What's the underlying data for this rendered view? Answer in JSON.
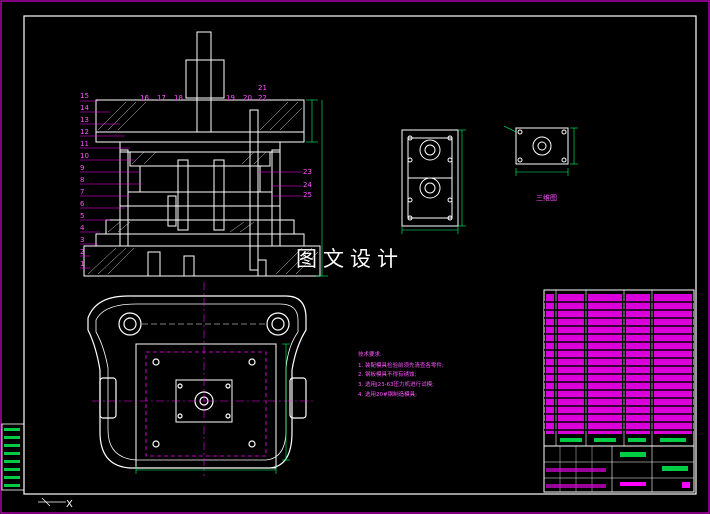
{
  "drawing": {
    "watermark": "图文设计",
    "part_callouts": [
      "15",
      "14",
      "13",
      "12",
      "11",
      "10",
      "9",
      "8",
      "7",
      "6",
      "5",
      "4",
      "3",
      "2",
      "1"
    ],
    "top_callouts": [
      "16",
      "17",
      "18",
      "19",
      "20",
      "21",
      "22"
    ],
    "right_callouts": [
      "23",
      "24",
      "25"
    ],
    "view_label": "三维图",
    "tech_requirements": [
      "技术要求:",
      "1. 装配模具检验前须先清查各零件;",
      "2. 钢板模具不得有锈蚀;",
      "3. 选用J23-63压力机进行试模;",
      "4. 选用20#钢制造模具;"
    ],
    "axis_label": "X"
  },
  "colors": {
    "background": "#000000",
    "lines": "#ffffff",
    "frame": "#ff00ff",
    "dim": "#00ff66",
    "text": "#ff55ff",
    "highlight": "#00cc44"
  }
}
